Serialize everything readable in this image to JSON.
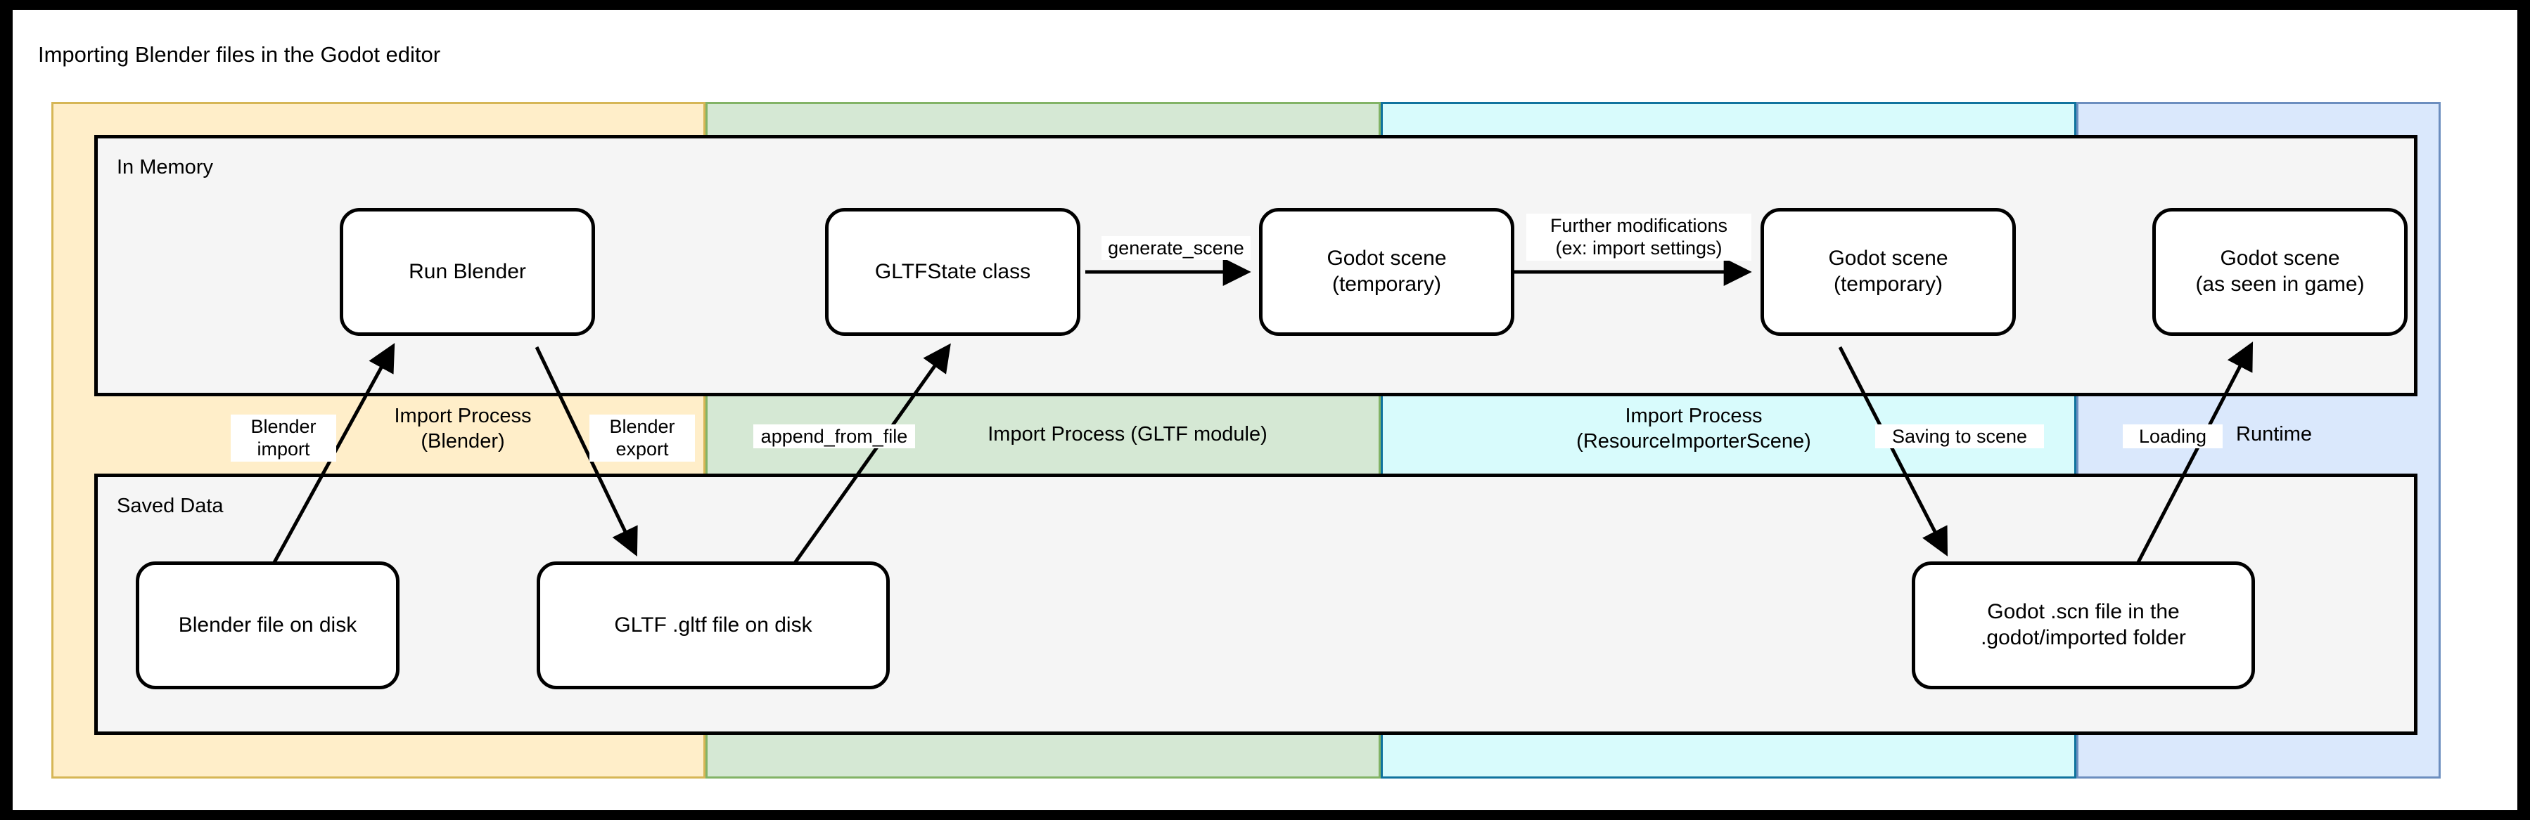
{
  "page": {
    "title": "Importing Blender files in the Godot editor"
  },
  "colors": {
    "lane_yellow_fill": "#ffeec9",
    "lane_yellow_stroke": "#d6b656",
    "lane_green_fill": "#d5e8d4",
    "lane_green_stroke": "#82b366",
    "lane_cyan_fill": "#d8fbfc",
    "lane_cyan_stroke": "#10739e",
    "lane_blue_fill": "#dae8fc",
    "lane_blue_stroke": "#6c8ebf",
    "container_fill": "#f5f5f5",
    "node_fill": "#ffffff",
    "stroke": "#000000"
  },
  "containers": [
    {
      "id": "in-memory",
      "label": "In Memory"
    },
    {
      "id": "saved-data",
      "label": "Saved Data"
    }
  ],
  "lanes": [
    {
      "id": "blender",
      "title": "Import Process\n(Blender)"
    },
    {
      "id": "gltf-module",
      "title": "Import Process (GLTF module)"
    },
    {
      "id": "resource-importer-scene",
      "title": "Import Process\n(ResourceImporterScene)"
    },
    {
      "id": "runtime",
      "title": "Runtime"
    }
  ],
  "nodes": [
    {
      "id": "run-blender",
      "label": "Run Blender",
      "row": "in-memory"
    },
    {
      "id": "gltfstate-class",
      "label": "GLTFState class",
      "row": "in-memory"
    },
    {
      "id": "godot-scene-temp-1",
      "label": "Godot scene\n(temporary)",
      "row": "in-memory"
    },
    {
      "id": "godot-scene-temp-2",
      "label": "Godot scene\n(temporary)",
      "row": "in-memory"
    },
    {
      "id": "godot-scene-game",
      "label": "Godot scene\n(as seen in game)",
      "row": "in-memory"
    },
    {
      "id": "blender-file",
      "label": "Blender file on disk",
      "row": "saved-data"
    },
    {
      "id": "gltf-file",
      "label": "GLTF .gltf file on disk",
      "row": "saved-data"
    },
    {
      "id": "godot-scn-file",
      "label": "Godot .scn file in the\n.godot/imported folder",
      "row": "saved-data"
    }
  ],
  "edge_labels": [
    {
      "id": "blender-import",
      "label": "Blender\nimport"
    },
    {
      "id": "blender-export",
      "label": "Blender\nexport"
    },
    {
      "id": "append-from-file",
      "label": "append_from_file"
    },
    {
      "id": "generate-scene",
      "label": "generate_scene"
    },
    {
      "id": "further-modifications",
      "label": "Further modifications\n(ex: import settings)"
    },
    {
      "id": "saving-to-scene",
      "label": "Saving to scene"
    },
    {
      "id": "loading",
      "label": "Loading"
    }
  ]
}
